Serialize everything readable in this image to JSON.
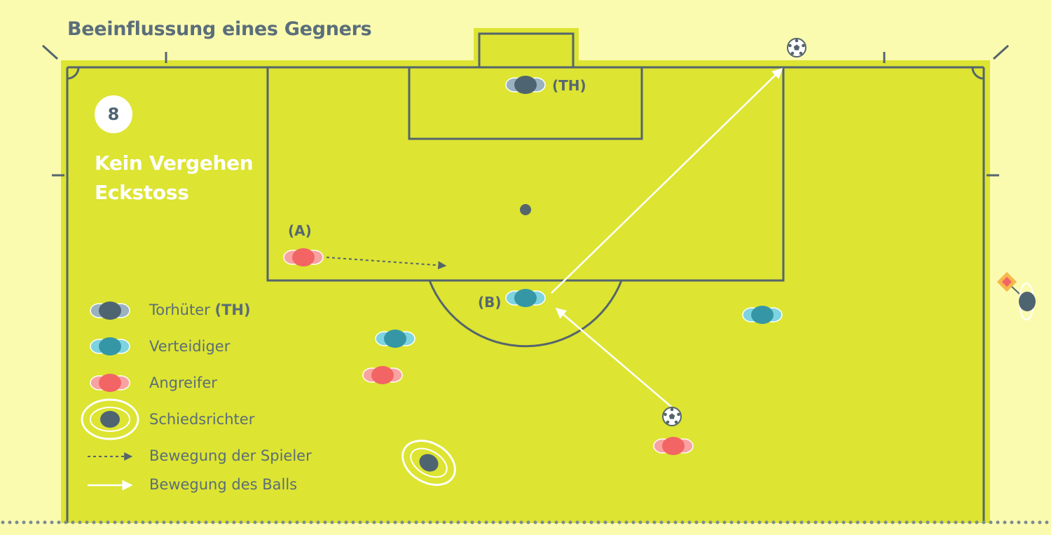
{
  "title": "Beeinflussung eines Gegners",
  "scene": {
    "number": "8",
    "heading_line1": "Kein Vergehen",
    "heading_line2": "Eckstoss"
  },
  "labels": {
    "goalkeeper": "(TH)",
    "attacker_a": "(A)",
    "defender_b": "(B)"
  },
  "legend": {
    "goalkeeper": "Torhüter",
    "goalkeeper_tag": "(TH)",
    "defender": "Verteidiger",
    "attacker": "Angreifer",
    "referee": "Schiedsrichter",
    "player_movement": "Bewegung der Spieler",
    "ball_movement": "Bewegung des Balls"
  },
  "colors": {
    "background": "#fbfbb0",
    "pitch": "#dde432",
    "line": "#55656c",
    "goalkeeper": "#4f6471",
    "defender": "#3597a6",
    "attacker": "#f36464",
    "title": "#5a6e7a"
  }
}
